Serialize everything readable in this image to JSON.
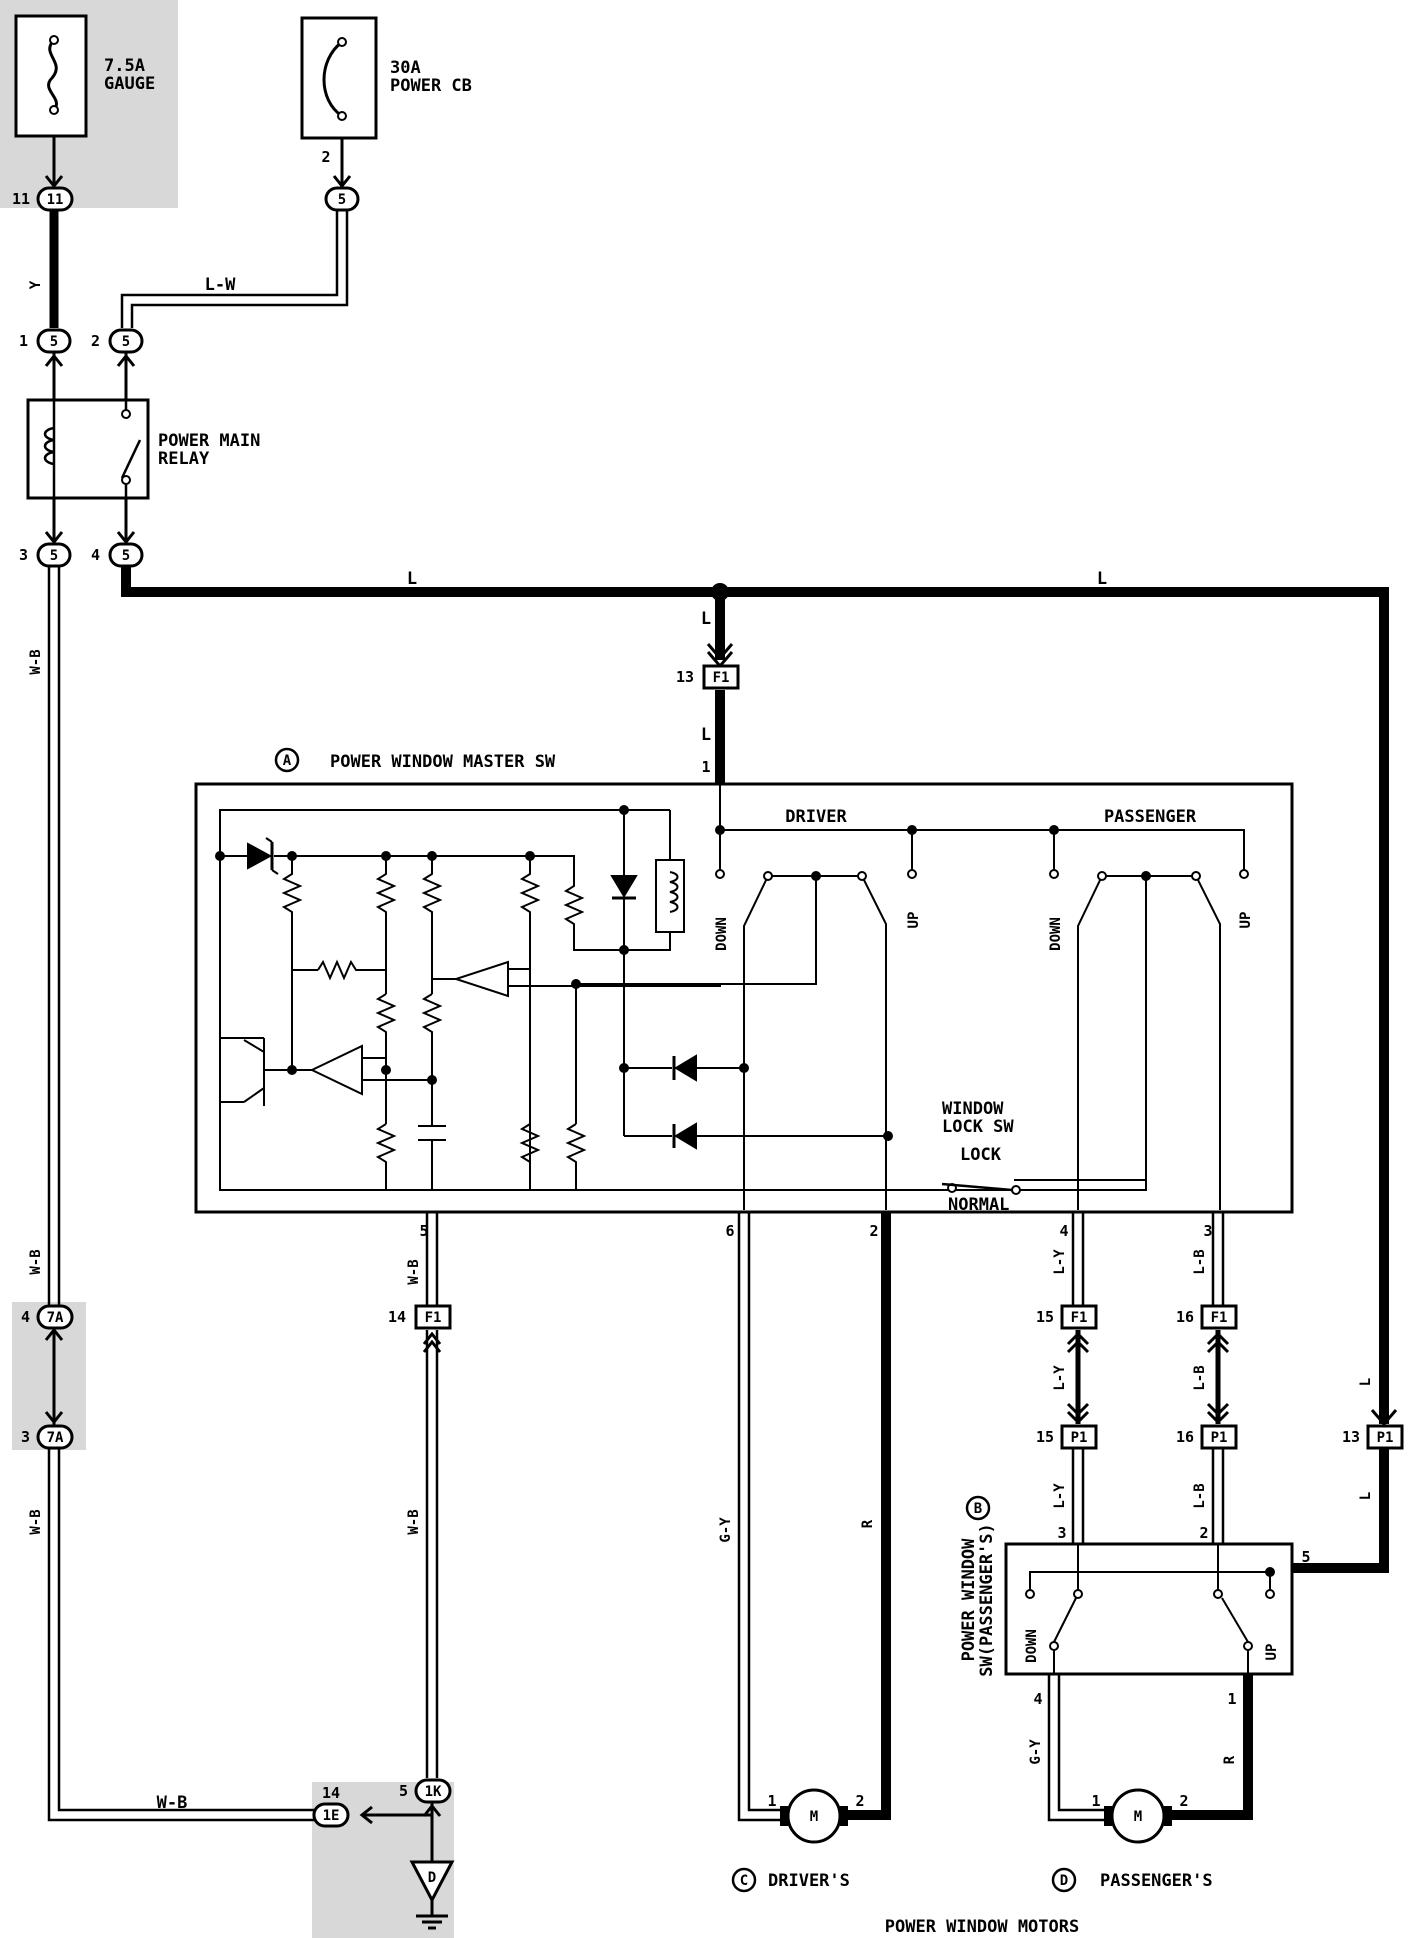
{
  "fuses": {
    "gauge": {
      "line1": "7.5A",
      "line2": "GAUGE"
    },
    "power_cb": {
      "line1": "30A",
      "line2": "POWER CB"
    }
  },
  "relay": {
    "line1": "POWER MAIN",
    "line2": "RELAY"
  },
  "master_sw": {
    "letter": "A",
    "title": "POWER WINDOW MASTER SW",
    "driver": "DRIVER",
    "passenger": "PASSENGER",
    "down": "DOWN",
    "up": "UP",
    "lock_sw_line1": "WINDOW",
    "lock_sw_line2": "LOCK SW",
    "lock": "LOCK",
    "normal": "NORMAL"
  },
  "passenger_sw": {
    "letter": "B",
    "line1": "POWER WINDOW",
    "line2": "SW(PASSENGER'S)",
    "down": "DOWN",
    "up": "UP"
  },
  "motors": {
    "driver_letter": "C",
    "driver_label": "DRIVER'S",
    "passenger_letter": "D",
    "passenger_label": "PASSENGER'S",
    "title": "POWER WINDOW MOTORS",
    "motor_symbol": "M"
  },
  "ground_letter": "D",
  "wire_colors": {
    "y": "Y",
    "lw": "L-W",
    "l": "L",
    "wb": "W-B",
    "gy": "G-Y",
    "r": "R",
    "ly": "L-Y",
    "lb": "L-B"
  },
  "connectors": {
    "c11": "11",
    "c5": "5",
    "f1": "F1",
    "p1": "P1",
    "c7a": "7A",
    "c1k": "1K",
    "c1e": "1E"
  },
  "pins": {
    "p11": "11",
    "p2": "2",
    "p1": "1",
    "p3": "3",
    "p4": "4",
    "p5": "5",
    "p6": "6",
    "p13": "13",
    "p14": "14",
    "p15": "15",
    "p16": "16"
  }
}
